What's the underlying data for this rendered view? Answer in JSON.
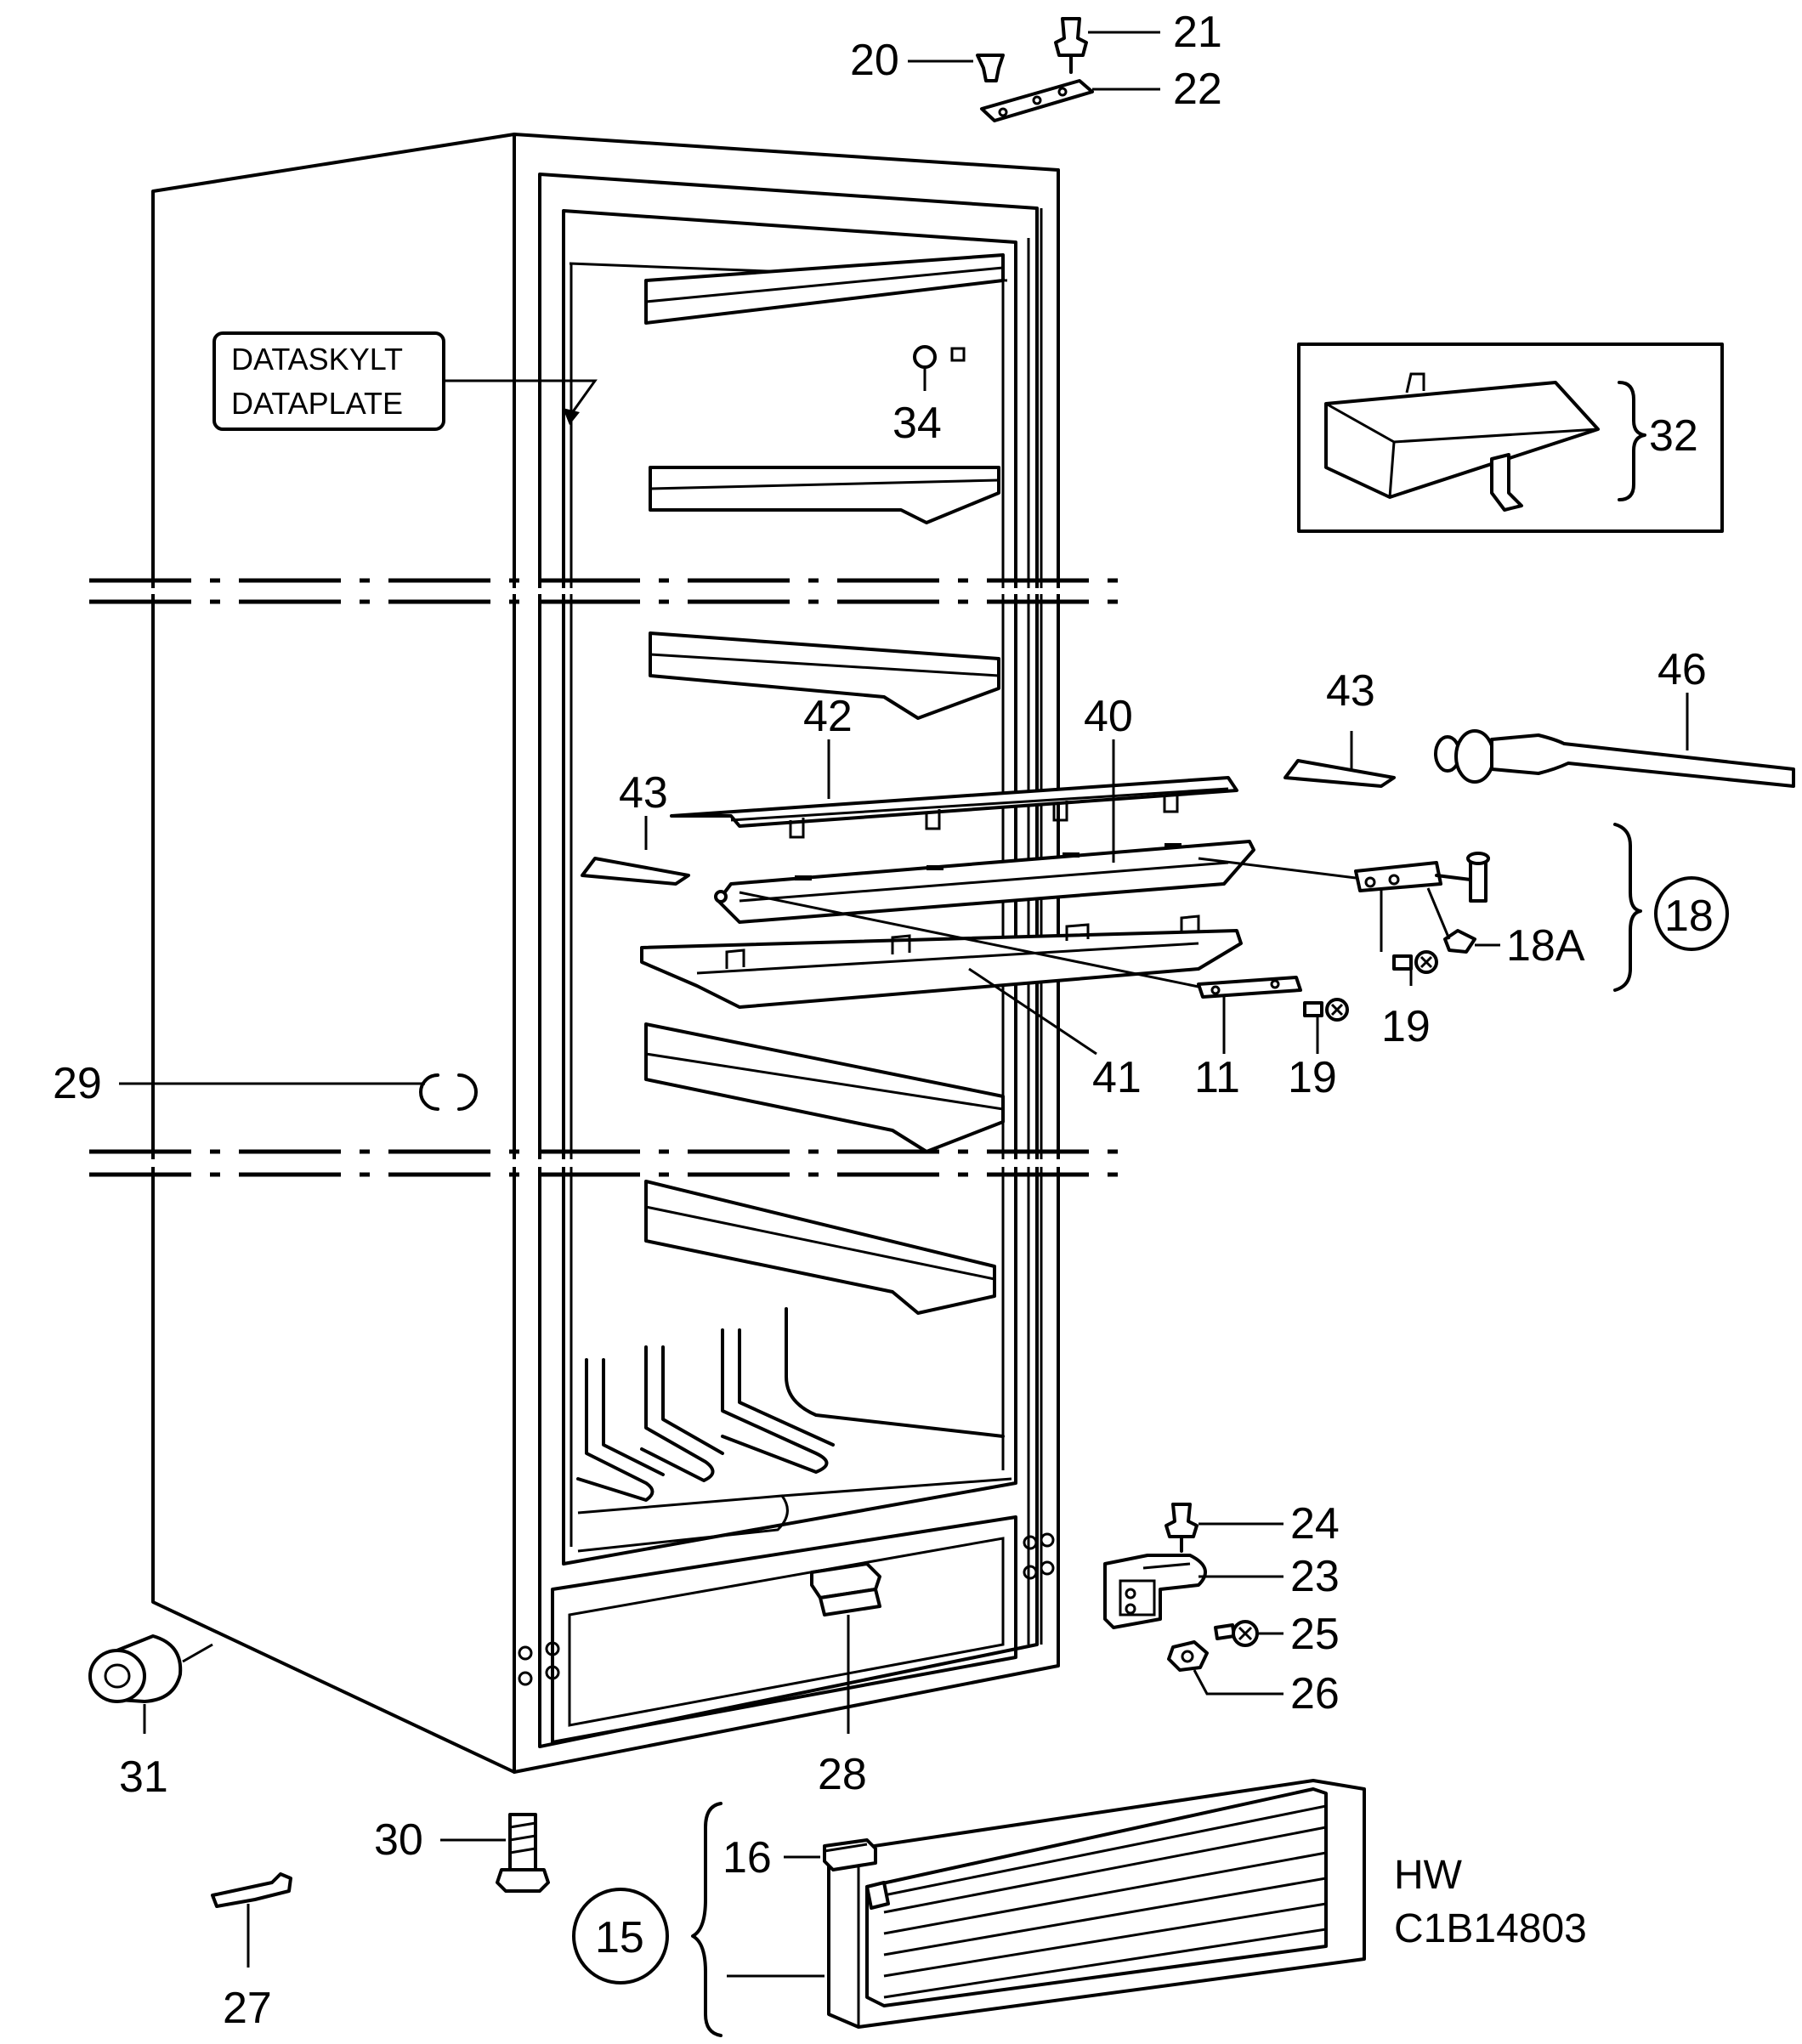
{
  "diagram": {
    "plate_label": {
      "line1": "DATASKYLT",
      "line2": "DATAPLATE"
    },
    "callouts": {
      "c20": "20",
      "c21": "21",
      "c22": "22",
      "c34": "34",
      "c32": "32",
      "c42": "42",
      "c40": "40",
      "c43a": "43",
      "c43b": "43",
      "c46": "46",
      "c18a": "18A",
      "c18": "18",
      "c19a": "19",
      "c19b": "19",
      "c41": "41",
      "c11": "11",
      "c29": "29",
      "c24": "24",
      "c23": "23",
      "c25": "25",
      "c26": "26",
      "c31": "31",
      "c28": "28",
      "c30": "30",
      "c16": "16",
      "c15": "15",
      "c27": "27"
    },
    "document_code": {
      "line1": "HW",
      "line2": "C1B14803"
    }
  }
}
